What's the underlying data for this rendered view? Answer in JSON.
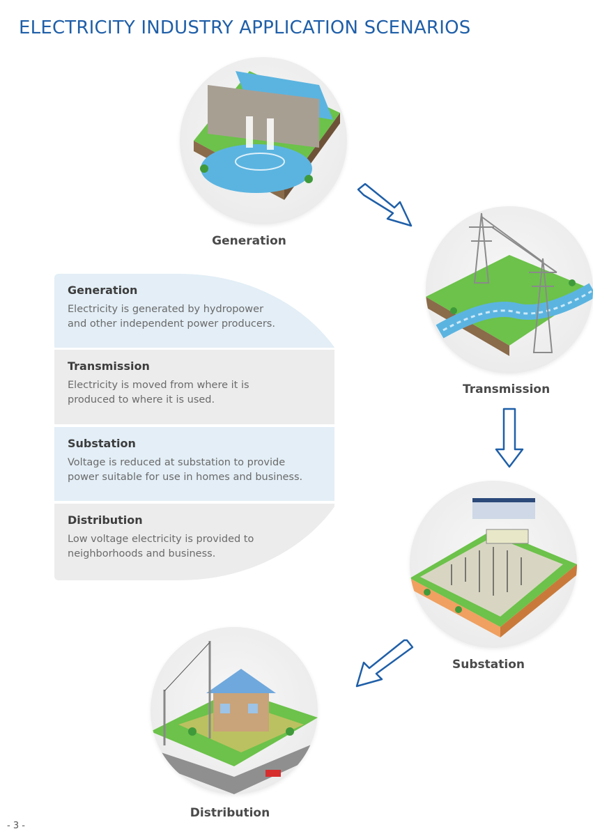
{
  "title": "ELECTRICITY INDUSTRY APPLICATION SCENARIOS",
  "scenes": {
    "generation": "Generation",
    "transmission": "Transmission",
    "substation": "Substation",
    "distribution": "Distribution"
  },
  "info": [
    {
      "heading": "Generation",
      "text": "Electricity is generated by hydropower\nand other independent power producers."
    },
    {
      "heading": "Transmission",
      "text": "Electricity is moved from where it is\nproduced to where it is used."
    },
    {
      "heading": "Substation",
      "text": "Voltage is reduced at substation to provide\npower suitable for use in homes and business."
    },
    {
      "heading": "Distribution",
      "text": "Low voltage electricity is provided to\nneighborhoods and business."
    }
  ],
  "page_number": "- 3 -",
  "colors": {
    "title": "#1f5fa8",
    "arrow": "#1f5fa8",
    "card_blue": "#e3eef6",
    "card_grey": "#ececec"
  }
}
